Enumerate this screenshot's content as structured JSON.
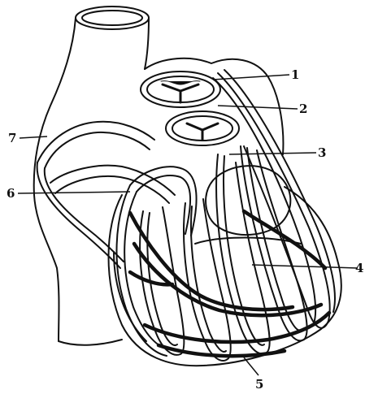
{
  "diagram": {
    "labels": [
      {
        "id": "1",
        "text": "1"
      },
      {
        "id": "2",
        "text": "2"
      },
      {
        "id": "3",
        "text": "3"
      },
      {
        "id": "4",
        "text": "4"
      },
      {
        "id": "5",
        "text": "5"
      },
      {
        "id": "6",
        "text": "6"
      },
      {
        "id": "7",
        "text": "7"
      }
    ],
    "colors": {
      "line": "#111111",
      "background": "#ffffff"
    }
  }
}
